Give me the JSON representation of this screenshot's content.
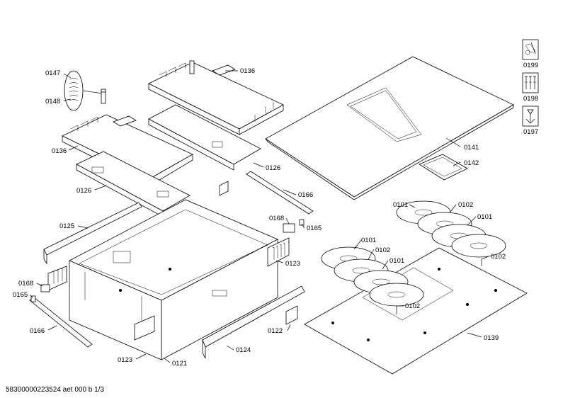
{
  "document_id": "58300000223524 aet 000 b 1/3",
  "legend": [
    {
      "code": "0199",
      "icon": "wrench-tool-icon"
    },
    {
      "code": "0198",
      "icon": "screws-icon"
    },
    {
      "code": "0197",
      "icon": "screw-down-icon"
    }
  ],
  "parts": {
    "p0147": "0147",
    "p0148": "0148",
    "p0136a": "0136",
    "p0136b": "0136",
    "p0126a": "0126",
    "p0126b": "0126",
    "p0141": "0141",
    "p0142": "0142",
    "p0166a": "0166",
    "p0166b": "0166",
    "p0168a": "0168",
    "p0168b": "0168",
    "p0165a": "0165",
    "p0165b": "0165",
    "p0125": "0125",
    "p0123a": "0123",
    "p0123b": "0123",
    "p0121": "0121",
    "p0124": "0124",
    "p0122": "0122",
    "p0139": "0139",
    "p0101a": "0101",
    "p0101b": "0101",
    "p0101c": "0101",
    "p0101d": "0101",
    "p0102a": "0102",
    "p0102b": "0102",
    "p0102c": "0102",
    "p0102d": "0102"
  }
}
